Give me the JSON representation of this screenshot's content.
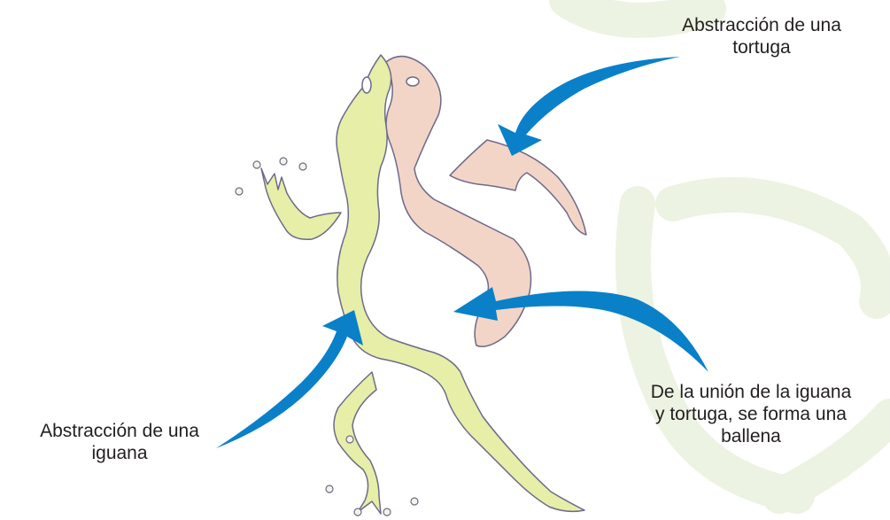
{
  "labels": {
    "tortuga": {
      "line1": "Abstracción de una",
      "line2": "tortuga"
    },
    "union": {
      "line1": "De la unión de la iguana",
      "line2": "y tortuga, se forma una",
      "line3": "ballena"
    },
    "iguana": {
      "line1": "Abstracción de una",
      "line2": "iguana"
    }
  },
  "colors": {
    "arrow": "#0a80c9",
    "iguana_fill": "#e6eea8",
    "tortoise_fill": "#f2d5c6",
    "outline": "#6d6a8a",
    "watermark": "#ecf3e2",
    "text": "#231f20"
  }
}
